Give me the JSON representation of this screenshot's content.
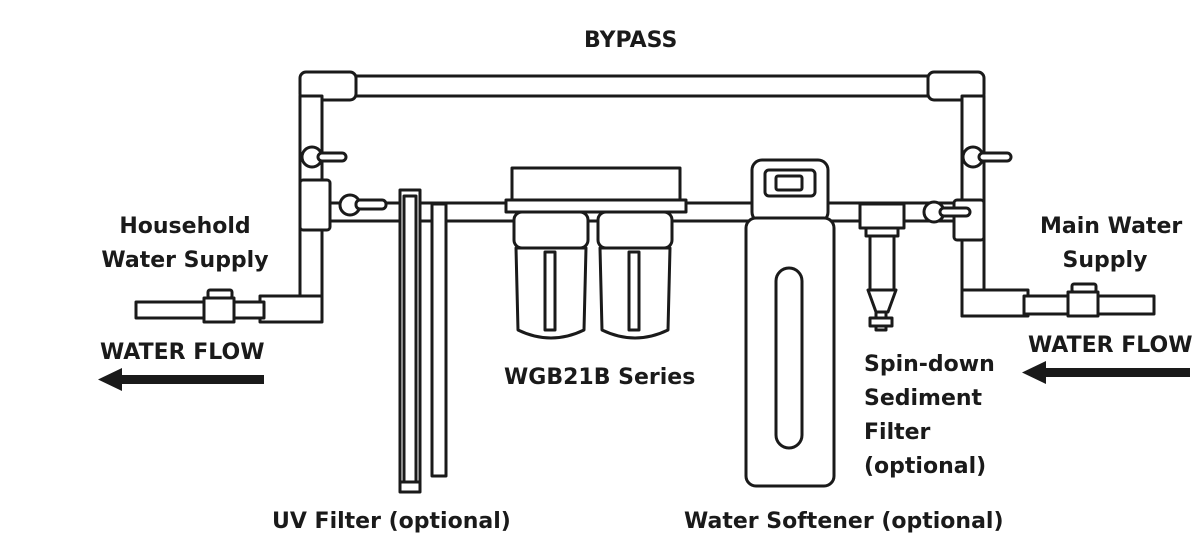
{
  "labels": {
    "bypass": "BYPASS",
    "household_line1": "Household",
    "household_line2": "Water Supply",
    "main_line1": "Main Water",
    "main_line2": "Supply",
    "water_flow_left": "WATER FLOW",
    "water_flow_right": "WATER FLOW",
    "wgb_series": "WGB21B Series",
    "spin_line1": "Spin-down",
    "spin_line2": "Sediment",
    "spin_line3": "Filter",
    "spin_line4": "(optional)",
    "uv_filter": "UV Filter (optional)",
    "water_softener": "Water Softener (optional)"
  },
  "colors": {
    "line": "#1a1a1a",
    "fill": "#ffffff"
  }
}
